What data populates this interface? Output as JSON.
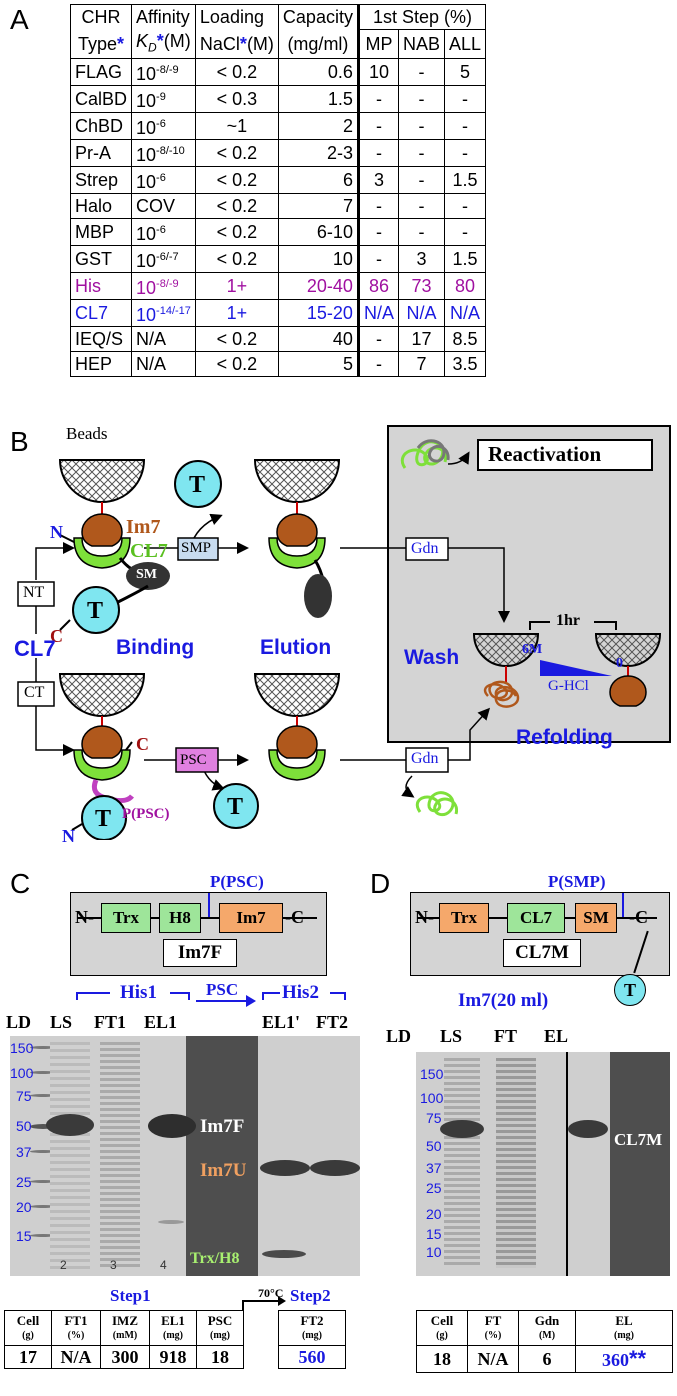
{
  "panelA": {
    "letter": "A",
    "header1": [
      "CHR",
      "Affinity",
      "Loading",
      "Capacity",
      "1st Step (%)"
    ],
    "header2": [
      "Type",
      "K",
      "D",
      "(M)",
      "NaCl",
      "(M)",
      "(mg/ml)",
      "MP",
      "NAB",
      "ALL"
    ],
    "star": "*",
    "rows": [
      {
        "type": "FLAG",
        "aff_base": "10",
        "aff_exp": "-8/-9",
        "load": "< 0.2",
        "cap": "0.6",
        "mp": "10",
        "nab": "-",
        "all": "5"
      },
      {
        "type": "CalBD",
        "aff_base": "10",
        "aff_exp": "-9",
        "load": "< 0.3",
        "cap": "1.5",
        "mp": "-",
        "nab": "-",
        "all": "-"
      },
      {
        "type": "ChBD",
        "aff_base": "10",
        "aff_exp": "-6",
        "load": "~1",
        "cap": "2",
        "mp": "-",
        "nab": "-",
        "all": "-"
      },
      {
        "type": "Pr-A",
        "aff_base": "10",
        "aff_exp": "-8/-10",
        "load": "< 0.2",
        "cap": "2-3",
        "mp": "-",
        "nab": "-",
        "all": "-"
      },
      {
        "type": "Strep",
        "aff_base": "10",
        "aff_exp": "-6",
        "load": "< 0.2",
        "cap": "6",
        "mp": "3",
        "nab": "-",
        "all": "1.5"
      },
      {
        "type": "Halo",
        "aff_base": "COV",
        "aff_exp": "",
        "load": "< 0.2",
        "cap": "7",
        "mp": "-",
        "nab": "-",
        "all": "-"
      },
      {
        "type": "MBP",
        "aff_base": "10",
        "aff_exp": "-6",
        "load": "< 0.2",
        "cap": "6-10",
        "mp": "-",
        "nab": "-",
        "all": "-"
      },
      {
        "type": "GST",
        "aff_base": "10",
        "aff_exp": "-6/-7",
        "load": "< 0.2",
        "cap": "10",
        "mp": "-",
        "nab": "3",
        "all": "1.5"
      },
      {
        "type": "His",
        "aff_base": "10",
        "aff_exp": "-8/-9",
        "load": "1+",
        "cap": "20-40",
        "mp": "86",
        "nab": "73",
        "all": "80"
      },
      {
        "type": "CL7",
        "aff_base": "10",
        "aff_exp": "-14/-17",
        "load": "1+",
        "cap": "15-20",
        "mp": "N/A",
        "nab": "N/A",
        "all": "N/A"
      },
      {
        "type": "IEQ/S",
        "aff_base": "N/A",
        "aff_exp": "",
        "load": "< 0.2",
        "cap": "40",
        "mp": "-",
        "nab": "17",
        "all": "8.5"
      },
      {
        "type": "HEP",
        "aff_base": "N/A",
        "aff_exp": "",
        "load": "< 0.2",
        "cap": "5",
        "mp": "-",
        "nab": "7",
        "all": "3.5"
      }
    ],
    "colors": {
      "his": "#a010a0",
      "cl7": "#1a1ae0"
    }
  },
  "panelB": {
    "letter": "B",
    "beads": "Beads",
    "im7": "Im7",
    "cl7": "CL7",
    "n": "N",
    "c": "C",
    "t": "T",
    "sm": "SM",
    "nt": "NT",
    "ct": "CT",
    "cl7_left": "CL7",
    "binding": "Binding",
    "elution": "Elution",
    "smp": "SMP",
    "psc": "PSC",
    "p_psc": "P(PSC)",
    "gdn": "Gdn",
    "reactivation": "Reactivation",
    "wash": "Wash",
    "refolding": "Refolding",
    "hr": "1hr",
    "six_m": "6M",
    "ghcl": "G-HCl",
    "zero": "0",
    "colors": {
      "cl7": "#7ee03a",
      "im7": "#b0581c",
      "target": "#7fe6f0",
      "psc": "#e080e0",
      "smp": "#c8dcf0",
      "blue": "#1a1ae0",
      "gray_box": "#d4d4d4"
    }
  },
  "panelC": {
    "letter": "C",
    "construct": [
      "N-",
      "Trx",
      "H8",
      "Im7",
      "-C"
    ],
    "ppsc": "P(PSC)",
    "name": "Im7F",
    "his1": "His1",
    "his2": "His2",
    "psc_arrow": "PSC",
    "lanes": [
      "LD",
      "LS",
      "FT1",
      "EL1",
      "EL1'",
      "FT2"
    ],
    "mw": [
      "150",
      "100",
      "75",
      "50",
      "37",
      "25",
      "20",
      "15"
    ],
    "lane_numbers": [
      "2",
      "3",
      "4"
    ],
    "bands": [
      "Im7F",
      "Im7U",
      "Trx/H8"
    ],
    "step1": "Step1",
    "step2": "Step2",
    "temp": "70°C",
    "table_headers": [
      [
        "Cell",
        "(g)"
      ],
      [
        "FT1",
        "(%)"
      ],
      [
        "IMZ",
        "(mM)"
      ],
      [
        "EL1",
        "(mg)"
      ],
      [
        "PSC",
        "(mg)"
      ]
    ],
    "table_values": [
      "17",
      "N/A",
      "300",
      "918",
      "18"
    ],
    "step2_header": [
      "FT2",
      "(mg)"
    ],
    "step2_value": "560"
  },
  "panelD": {
    "letter": "D",
    "construct": [
      "N-",
      "Trx",
      "CL7",
      "SM",
      "-C"
    ],
    "psmp": "P(SMP)",
    "name": "CL7M",
    "t": "T",
    "im7_vol": "Im7(20 ml)",
    "lanes": [
      "LD",
      "LS",
      "FT",
      "EL"
    ],
    "mw": [
      "150",
      "100",
      "75",
      "50",
      "37",
      "25",
      "20",
      "15",
      "10"
    ],
    "band": "CL7M",
    "table_headers": [
      [
        "Cell",
        "(g)"
      ],
      [
        "FT",
        "(%)"
      ],
      [
        "Gdn",
        "(M)"
      ],
      [
        "EL",
        "(mg)"
      ]
    ],
    "table_values": [
      "18",
      "N/A",
      "6",
      "360"
    ],
    "stars": "**"
  }
}
